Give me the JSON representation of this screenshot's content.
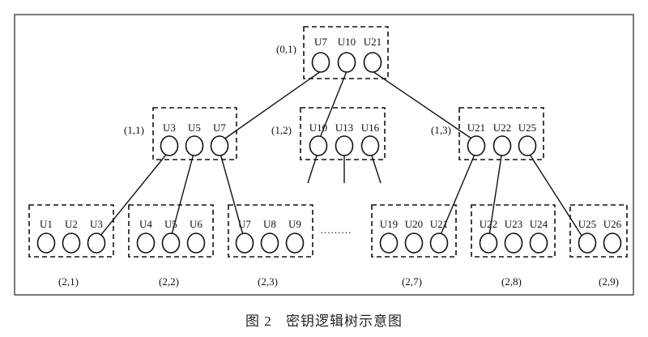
{
  "diagram": {
    "groups": [
      {
        "id": "g01",
        "coord": "(0,1)",
        "users": [
          "U7",
          "U10",
          "U21"
        ]
      },
      {
        "id": "g11",
        "coord": "(1,1)",
        "users": [
          "U3",
          "U5",
          "U7"
        ]
      },
      {
        "id": "g12",
        "coord": "(1,2)",
        "users": [
          "U10",
          "U13",
          "U16"
        ]
      },
      {
        "id": "g13",
        "coord": "(1,3)",
        "users": [
          "U21",
          "U22",
          "U25"
        ]
      },
      {
        "id": "g21",
        "coord": "(2,1)",
        "users": [
          "U1",
          "U2",
          "U3"
        ]
      },
      {
        "id": "g22",
        "coord": "(2,2)",
        "users": [
          "U4",
          "U5",
          "U6"
        ]
      },
      {
        "id": "g23",
        "coord": "(2,3)",
        "users": [
          "U7",
          "U8",
          "U9"
        ]
      },
      {
        "id": "g27",
        "coord": "(2,7)",
        "users": [
          "U19",
          "U20",
          "U21"
        ]
      },
      {
        "id": "g28",
        "coord": "(2,8)",
        "users": [
          "U22",
          "U23",
          "U24"
        ]
      },
      {
        "id": "g29",
        "coord": "(2,9)",
        "users": [
          "U25",
          "U26"
        ]
      }
    ],
    "ellipsis": "………"
  },
  "caption": {
    "figure_number": "图 2",
    "title": "密钥逻辑树示意图"
  }
}
